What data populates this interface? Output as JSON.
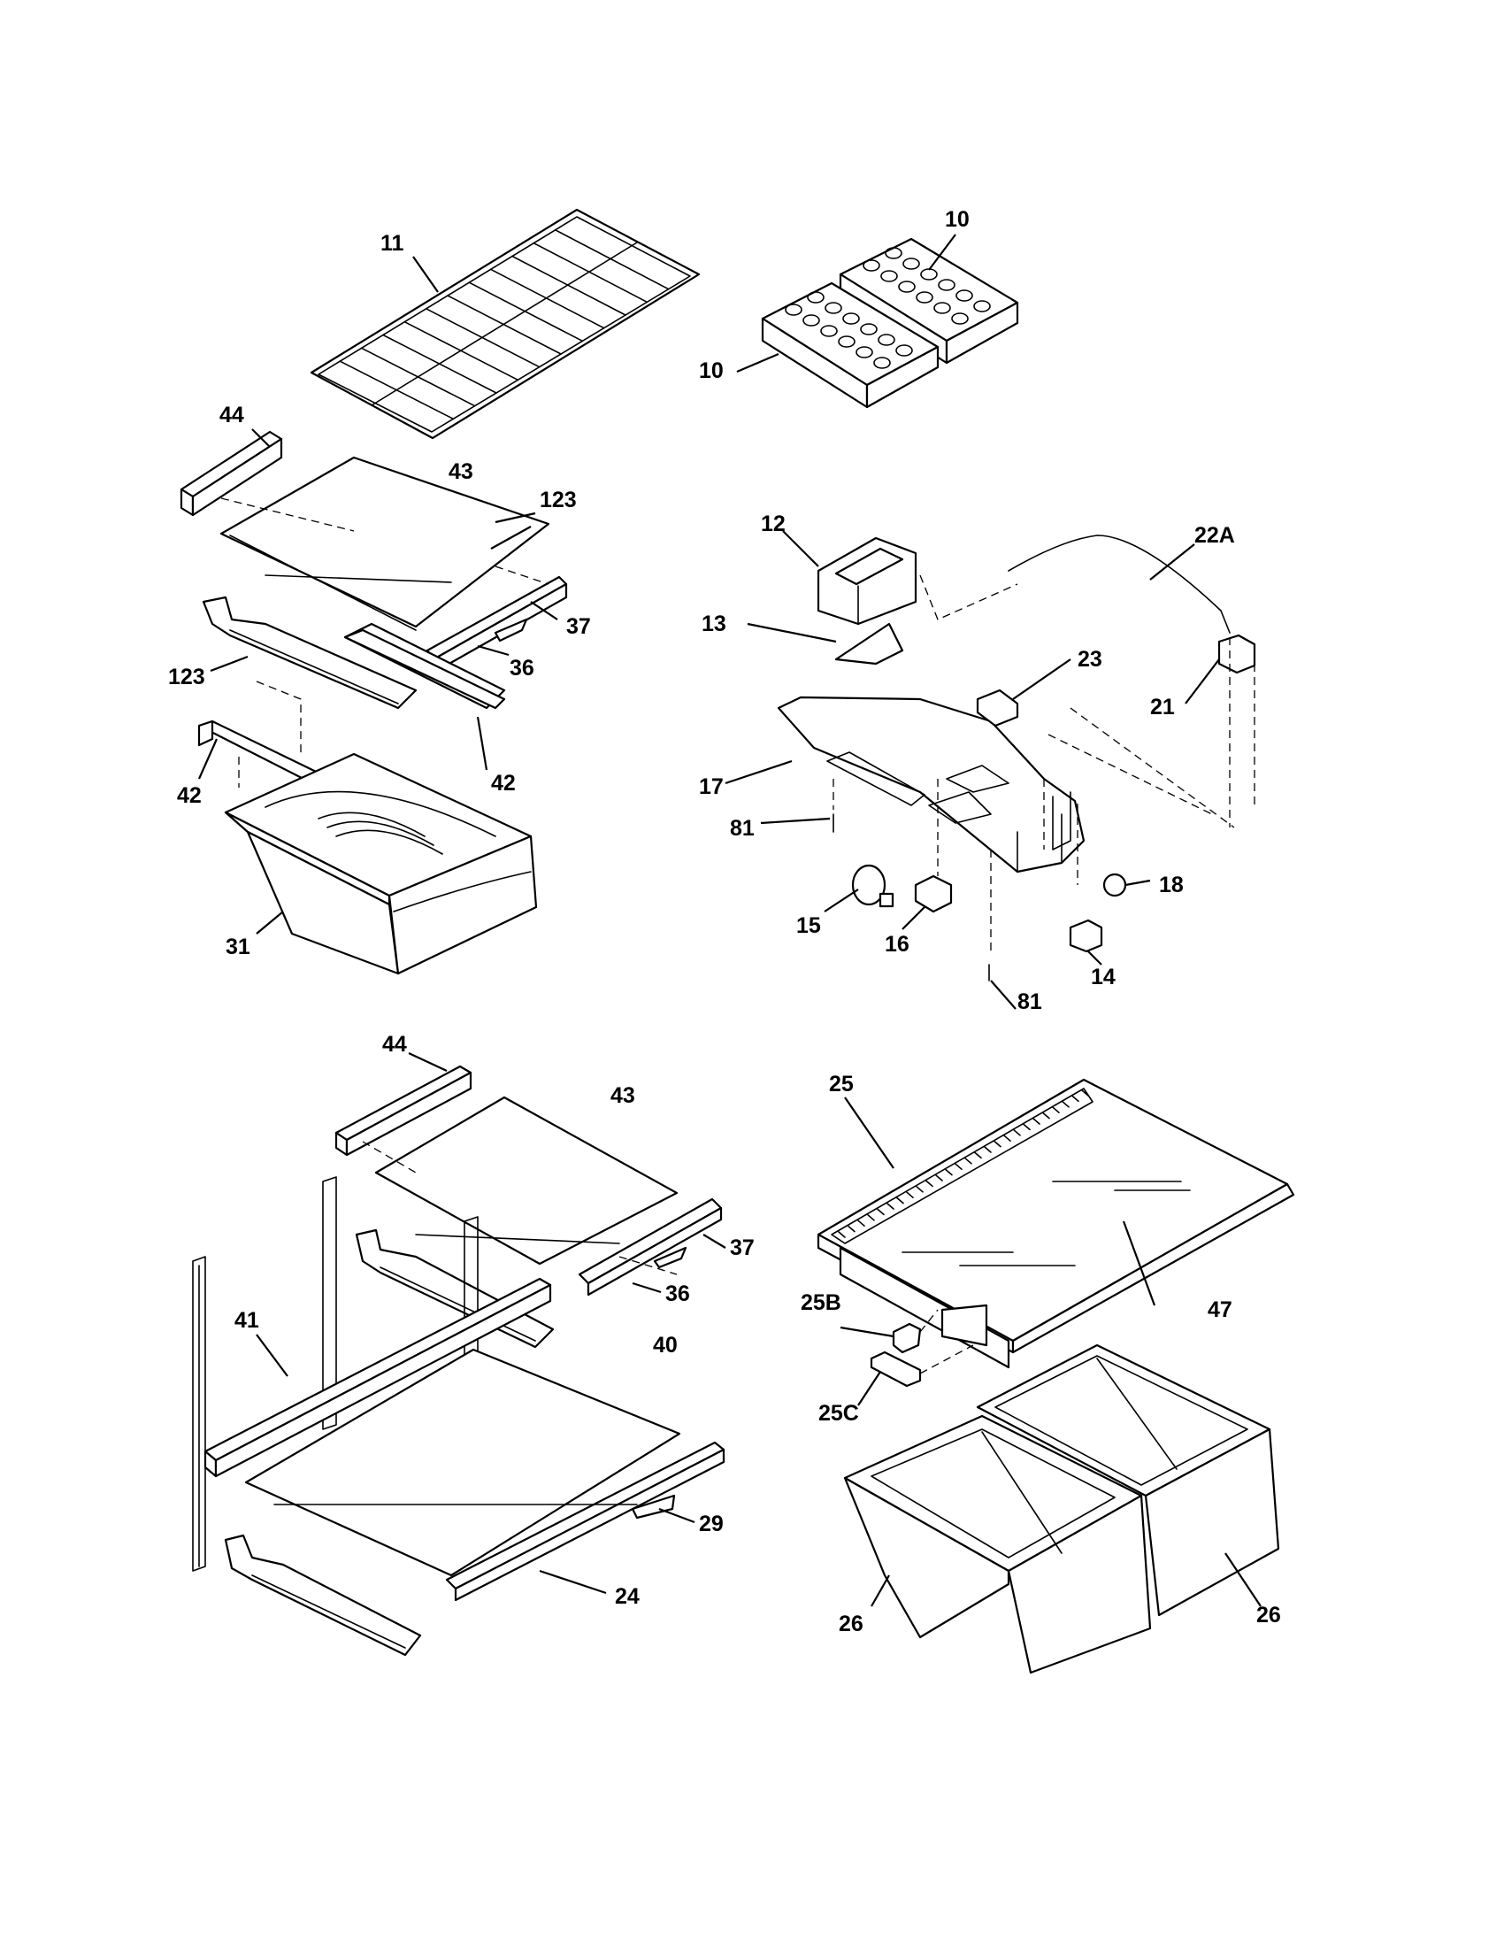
{
  "diagram": {
    "callouts": [
      {
        "id": "c11",
        "text": "11"
      },
      {
        "id": "c10a",
        "text": "10"
      },
      {
        "id": "c10b",
        "text": "10"
      },
      {
        "id": "c44a",
        "text": "44"
      },
      {
        "id": "c43a",
        "text": "43"
      },
      {
        "id": "c123a",
        "text": "123"
      },
      {
        "id": "c37a",
        "text": "37"
      },
      {
        "id": "c36a",
        "text": "36"
      },
      {
        "id": "c123b",
        "text": "123"
      },
      {
        "id": "c42a",
        "text": "42"
      },
      {
        "id": "c42b",
        "text": "42"
      },
      {
        "id": "c31",
        "text": "31"
      },
      {
        "id": "c12",
        "text": "12"
      },
      {
        "id": "c22A",
        "text": "22A"
      },
      {
        "id": "c13",
        "text": "13"
      },
      {
        "id": "c23",
        "text": "23"
      },
      {
        "id": "c21",
        "text": "21"
      },
      {
        "id": "c17",
        "text": "17"
      },
      {
        "id": "c81a",
        "text": "81"
      },
      {
        "id": "c18",
        "text": "18"
      },
      {
        "id": "c15",
        "text": "15"
      },
      {
        "id": "c16",
        "text": "16"
      },
      {
        "id": "c81b",
        "text": "81"
      },
      {
        "id": "c14",
        "text": "14"
      },
      {
        "id": "c44b",
        "text": "44"
      },
      {
        "id": "c43b",
        "text": "43"
      },
      {
        "id": "c25",
        "text": "25"
      },
      {
        "id": "c37b",
        "text": "37"
      },
      {
        "id": "c36b",
        "text": "36"
      },
      {
        "id": "c41",
        "text": "41"
      },
      {
        "id": "c40",
        "text": "40"
      },
      {
        "id": "c25B",
        "text": "25B"
      },
      {
        "id": "c47",
        "text": "47"
      },
      {
        "id": "c25C",
        "text": "25C"
      },
      {
        "id": "c29",
        "text": "29"
      },
      {
        "id": "c24",
        "text": "24"
      },
      {
        "id": "c26a",
        "text": "26"
      },
      {
        "id": "c26b",
        "text": "26"
      }
    ]
  }
}
